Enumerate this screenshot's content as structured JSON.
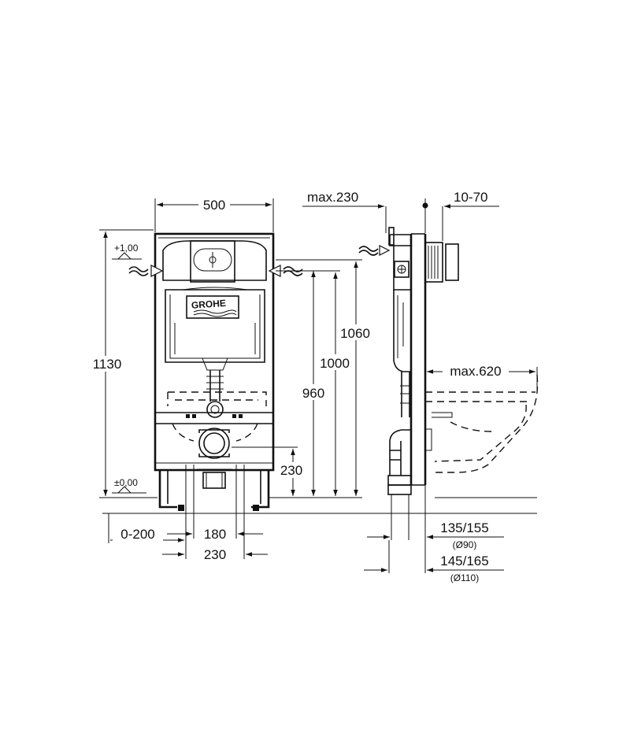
{
  "brand": {
    "logo_text": "GROHE"
  },
  "front_view": {
    "width_label": "500",
    "total_height_label": "1130",
    "level_top_label": "+1,00",
    "level_zero_label": "±0,00",
    "height_1060_label": "1060",
    "height_1000_label": "1000",
    "height_960_label": "960",
    "drain_height_label": "230",
    "offset_label": "0-200",
    "drain_spacing_label": "180",
    "drain_spacing_outer_label": "230"
  },
  "side_view": {
    "max_depth_label": "max.230",
    "plate_depth_label": "10-70",
    "max_projection_label": "max.620",
    "pipe_90_label": "135/155",
    "pipe_90_sub": "(Ø90)",
    "pipe_110_label": "145/165",
    "pipe_110_sub": "(Ø110)"
  },
  "colors": {
    "line": "#111111",
    "background": "#ffffff"
  }
}
